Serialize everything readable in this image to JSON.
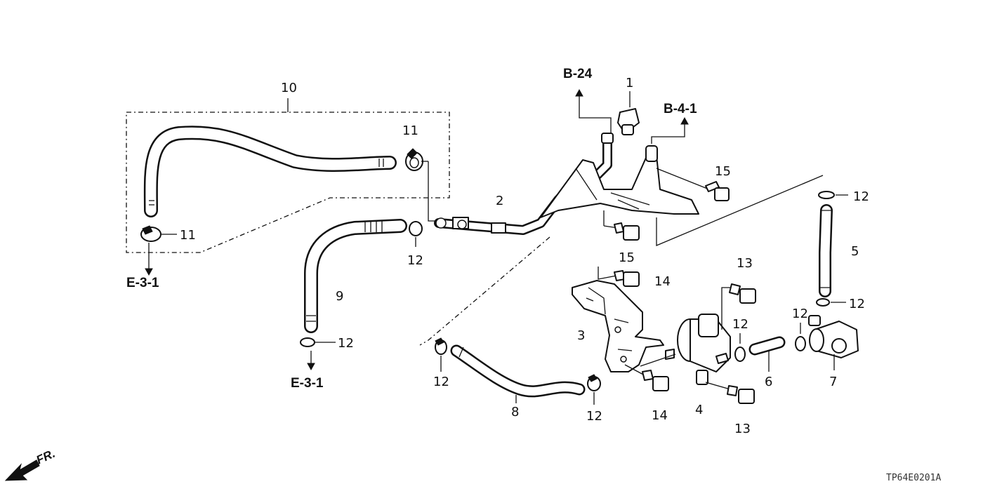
{
  "diagram": {
    "callouts": [
      {
        "id": "c10a",
        "text": "10"
      },
      {
        "id": "c11a",
        "text": "11"
      },
      {
        "id": "c11b",
        "text": "11"
      },
      {
        "id": "c2",
        "text": "2"
      },
      {
        "id": "c1",
        "text": "1"
      },
      {
        "id": "c15a",
        "text": "15"
      },
      {
        "id": "c15b",
        "text": "15"
      },
      {
        "id": "c12a",
        "text": "12"
      },
      {
        "id": "c12b",
        "text": "12"
      },
      {
        "id": "c12c",
        "text": "12"
      },
      {
        "id": "c12d",
        "text": "12"
      },
      {
        "id": "c12e",
        "text": "12"
      },
      {
        "id": "c12f",
        "text": "12"
      },
      {
        "id": "c12g",
        "text": "12"
      },
      {
        "id": "c12h",
        "text": "12"
      },
      {
        "id": "c5",
        "text": "5"
      },
      {
        "id": "c9",
        "text": "9"
      },
      {
        "id": "c13a",
        "text": "13"
      },
      {
        "id": "c13b",
        "text": "13"
      },
      {
        "id": "c14a",
        "text": "14"
      },
      {
        "id": "c14b",
        "text": "14"
      },
      {
        "id": "c3",
        "text": "3"
      },
      {
        "id": "c8",
        "text": "8"
      },
      {
        "id": "c4",
        "text": "4"
      },
      {
        "id": "c6",
        "text": "6"
      },
      {
        "id": "c7",
        "text": "7"
      }
    ],
    "references": [
      {
        "id": "rB24",
        "text": "B-24"
      },
      {
        "id": "rB41",
        "text": "B-4-1"
      },
      {
        "id": "rE31a",
        "text": "E-3-1"
      },
      {
        "id": "rE31b",
        "text": "E-3-1"
      }
    ],
    "direction_label": "FR.",
    "diagram_code": "TP64E0201A"
  }
}
